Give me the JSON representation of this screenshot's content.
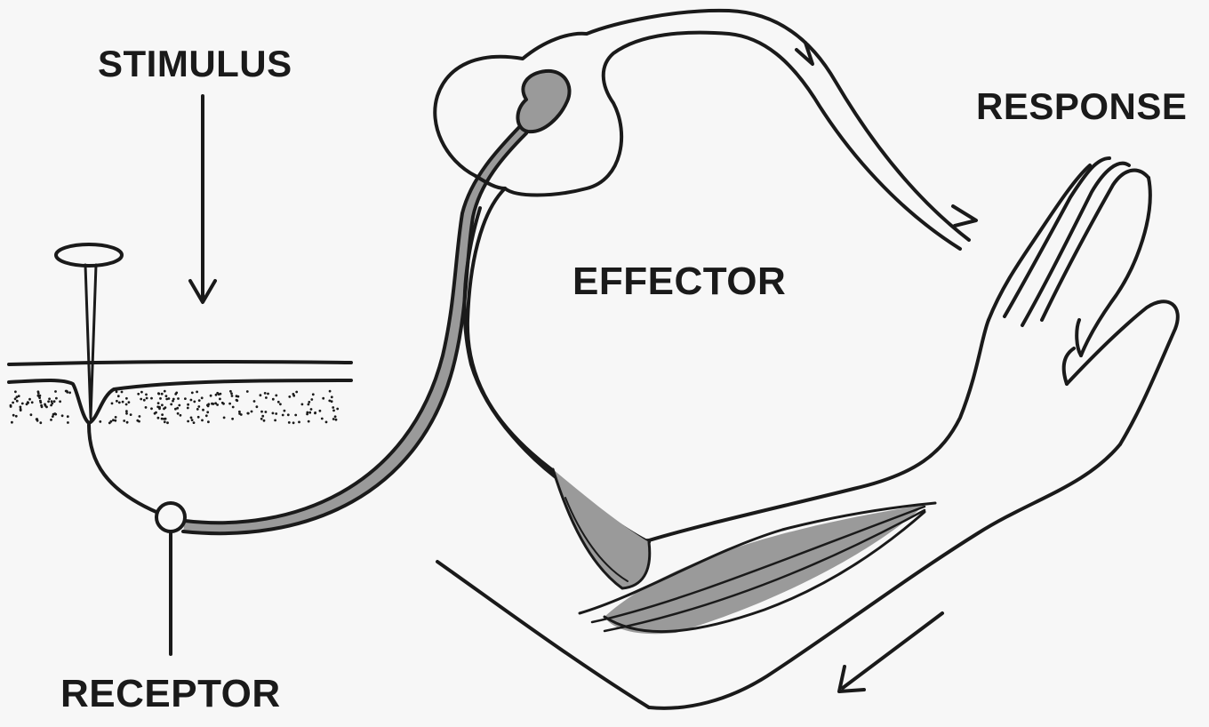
{
  "labels": {
    "stimulus": "STIMULUS",
    "response": "RESPONSE",
    "effector": "EFFECTOR",
    "receptor": "RECEPTOR"
  },
  "colors": {
    "background": "#f7f7f7",
    "ink": "#1a1a1a",
    "nerve_fill": "#9a9a9a"
  }
}
